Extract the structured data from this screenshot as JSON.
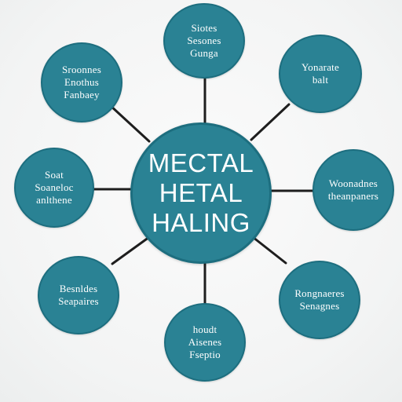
{
  "colors": {
    "node": "#2a8294",
    "node_edge": "#1d6e7f",
    "connector": "#1e1e1e"
  },
  "center": {
    "lines": [
      "MECTAL",
      "HETAL",
      "HALING"
    ]
  },
  "nodes": [
    {
      "label": "Siotes\nSesones\nGunga"
    },
    {
      "label": "Yonarate\nbalt"
    },
    {
      "label": "Woonadnes\ntheanpaners"
    },
    {
      "label": "Rongnaeres\nSenagnes"
    },
    {
      "label": "houdt\nAisenes\nFseptio"
    },
    {
      "label": "Besnldes\nSeapaires"
    },
    {
      "label": "Soat\nSoaneloc\nanlthene"
    },
    {
      "label": "Sroonnes\nEnothus\nFanbaey"
    }
  ]
}
